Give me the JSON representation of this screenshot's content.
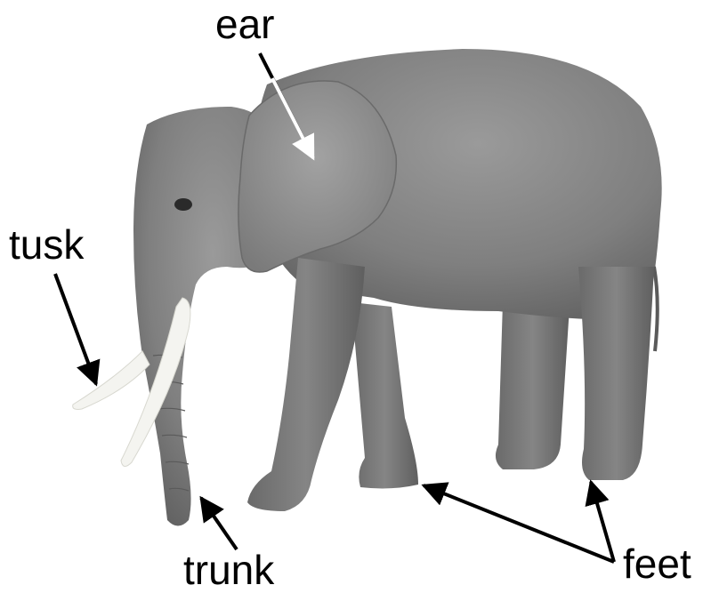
{
  "labels": {
    "ear": "ear",
    "tusk": "tusk",
    "trunk": "trunk",
    "feet": "feet"
  },
  "colors": {
    "background": "#ffffff",
    "text": "#000000",
    "arrow_dark": "#000000",
    "arrow_on_ear": "#ffffff",
    "elephant_body": "#7b7b7b",
    "elephant_dark": "#5c5c5c",
    "elephant_light": "#9a9a9a",
    "tusk": "#f4f4f0"
  }
}
